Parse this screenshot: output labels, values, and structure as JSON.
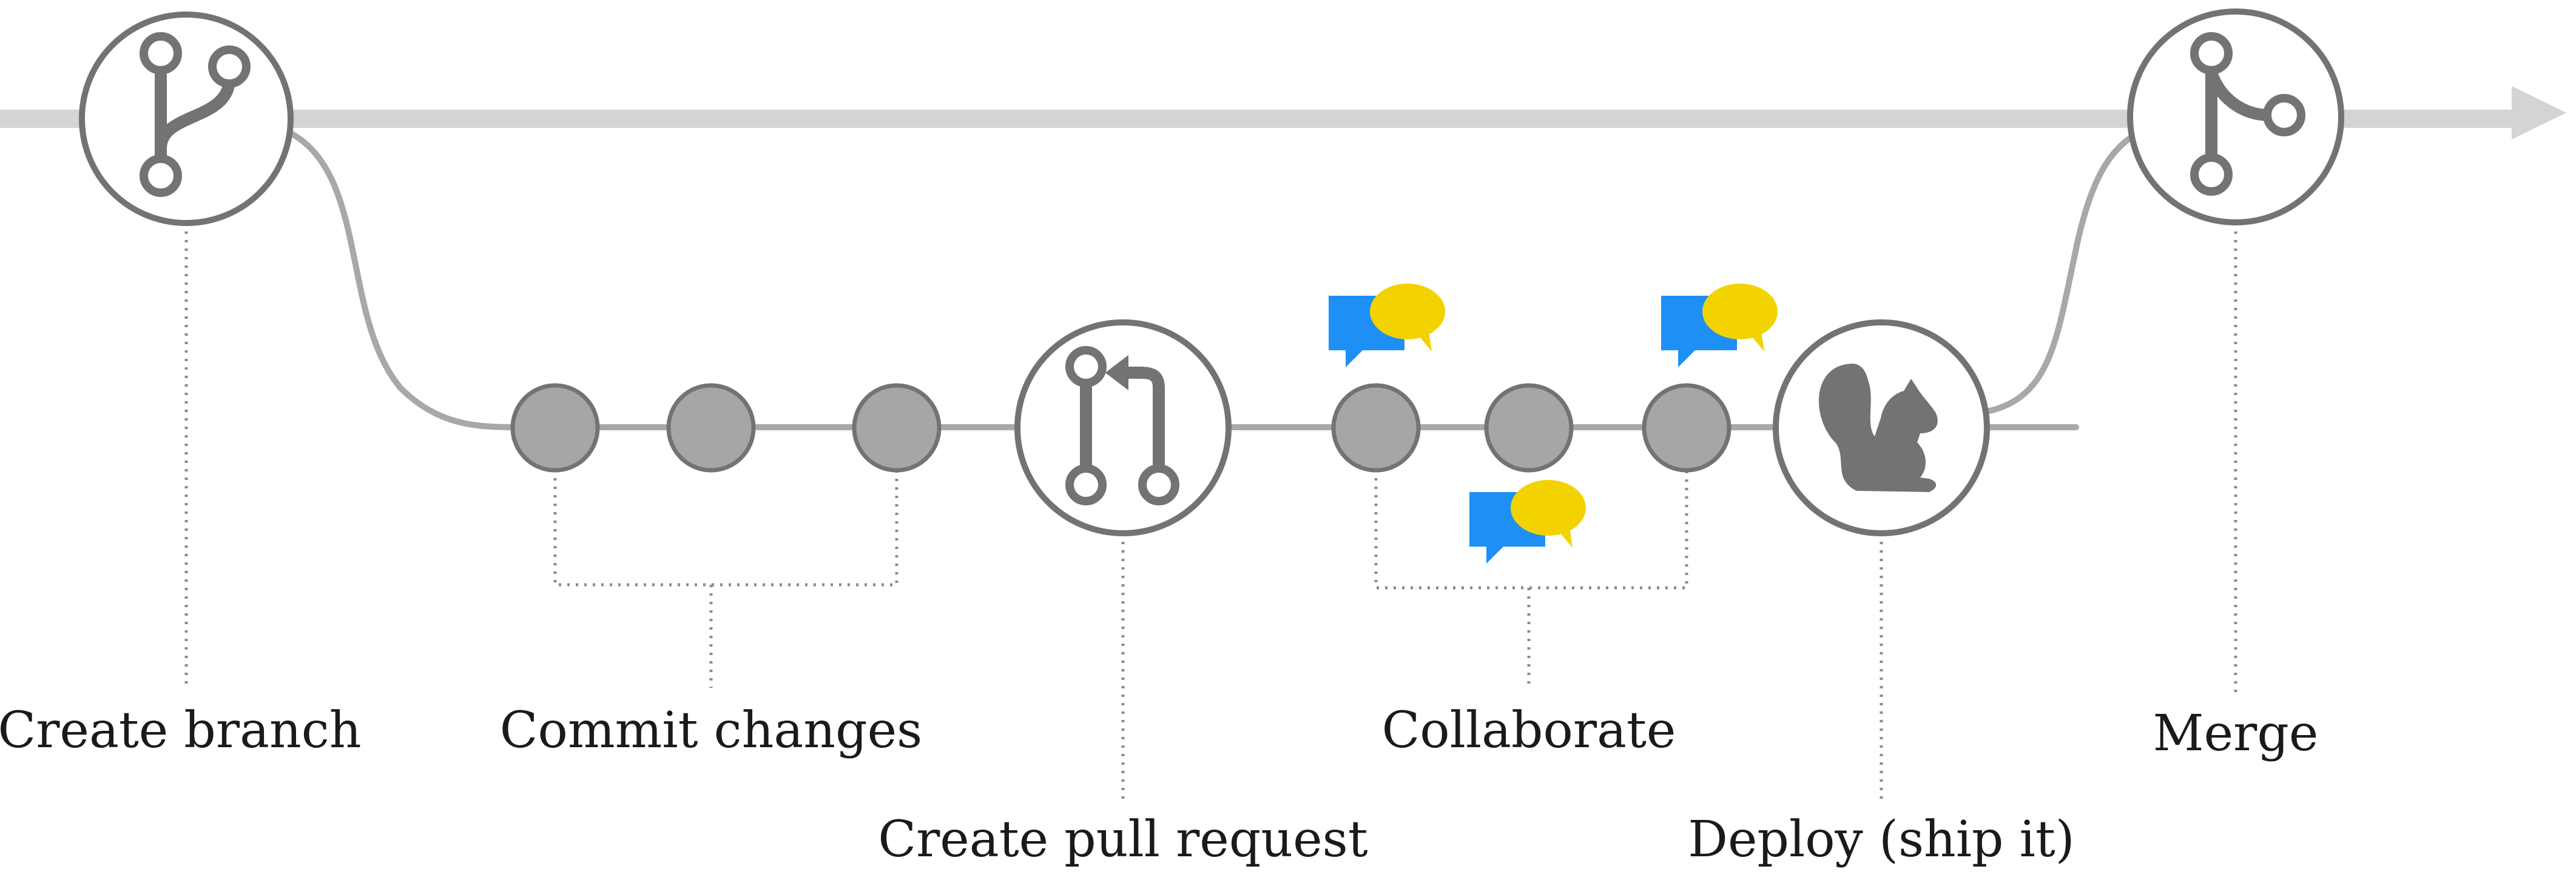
{
  "steps": {
    "create_branch": "Create branch",
    "commit_changes": "Commit changes",
    "create_pull_request": "Create pull request",
    "collaborate": "Collaborate",
    "deploy": "Deploy (ship it)",
    "merge": "Merge"
  },
  "icons": {
    "create_branch": "git-branch-icon",
    "create_pull_request": "git-pull-request-icon",
    "deploy": "squirrel-icon",
    "merge": "git-merge-icon",
    "comments": "comment-bubbles-icon"
  },
  "colors": {
    "main_line": "#d4d4d4",
    "branch_line": "#a8a8a8",
    "node_stroke": "#737373",
    "commit_fill": "#a6a6a6",
    "comment_blue": "#1e8ff5",
    "comment_yellow": "#f2d300",
    "text": "#1a1a1a"
  }
}
